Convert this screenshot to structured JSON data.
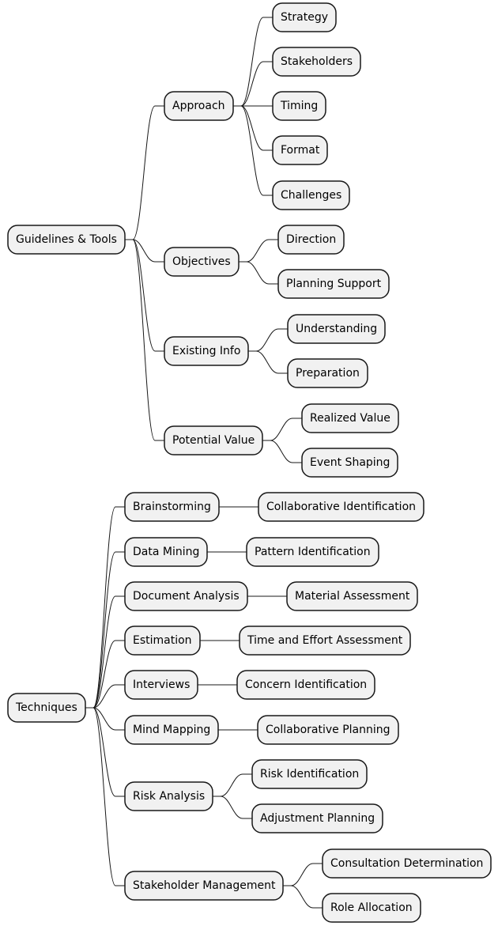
{
  "diagram": {
    "type": "mindmap",
    "colors": {
      "node_fill": "#f1f1f1",
      "node_border": "#181818",
      "edge": "#181818",
      "text": "#000000",
      "background": "#ffffff"
    },
    "trees": [
      {
        "id": "guidelines",
        "label": "Guidelines & Tools",
        "children": [
          {
            "id": "approach",
            "label": "Approach",
            "children": [
              {
                "id": "strategy",
                "label": "Strategy"
              },
              {
                "id": "stakeholders",
                "label": "Stakeholders"
              },
              {
                "id": "timing",
                "label": "Timing"
              },
              {
                "id": "format",
                "label": "Format"
              },
              {
                "id": "challenges",
                "label": "Challenges"
              }
            ]
          },
          {
            "id": "objectives",
            "label": "Objectives",
            "children": [
              {
                "id": "direction",
                "label": "Direction"
              },
              {
                "id": "planning-support",
                "label": "Planning Support"
              }
            ]
          },
          {
            "id": "existing-info",
            "label": "Existing Info",
            "children": [
              {
                "id": "understanding",
                "label": "Understanding"
              },
              {
                "id": "preparation",
                "label": "Preparation"
              }
            ]
          },
          {
            "id": "potential-value",
            "label": "Potential Value",
            "children": [
              {
                "id": "realized-value",
                "label": "Realized Value"
              },
              {
                "id": "event-shaping",
                "label": "Event Shaping"
              }
            ]
          }
        ]
      },
      {
        "id": "techniques",
        "label": "Techniques",
        "children": [
          {
            "id": "brainstorming",
            "label": "Brainstorming",
            "children": [
              {
                "id": "collaborative-identification",
                "label": "Collaborative Identification"
              }
            ]
          },
          {
            "id": "data-mining",
            "label": "Data Mining",
            "children": [
              {
                "id": "pattern-identification",
                "label": "Pattern Identification"
              }
            ]
          },
          {
            "id": "document-analysis",
            "label": "Document Analysis",
            "children": [
              {
                "id": "material-assessment",
                "label": "Material Assessment"
              }
            ]
          },
          {
            "id": "estimation",
            "label": "Estimation",
            "children": [
              {
                "id": "time-and-effort-assessment",
                "label": "Time and Effort Assessment"
              }
            ]
          },
          {
            "id": "interviews",
            "label": "Interviews",
            "children": [
              {
                "id": "concern-identification",
                "label": "Concern Identification"
              }
            ]
          },
          {
            "id": "mind-mapping",
            "label": "Mind Mapping",
            "children": [
              {
                "id": "collaborative-planning",
                "label": "Collaborative Planning"
              }
            ]
          },
          {
            "id": "risk-analysis",
            "label": "Risk Analysis",
            "children": [
              {
                "id": "risk-identification",
                "label": "Risk Identification"
              },
              {
                "id": "adjustment-planning",
                "label": "Adjustment Planning"
              }
            ]
          },
          {
            "id": "stakeholder-management",
            "label": "Stakeholder Management",
            "children": [
              {
                "id": "consultation-determination",
                "label": "Consultation Determination"
              },
              {
                "id": "role-allocation",
                "label": "Role Allocation"
              }
            ]
          }
        ]
      }
    ]
  }
}
